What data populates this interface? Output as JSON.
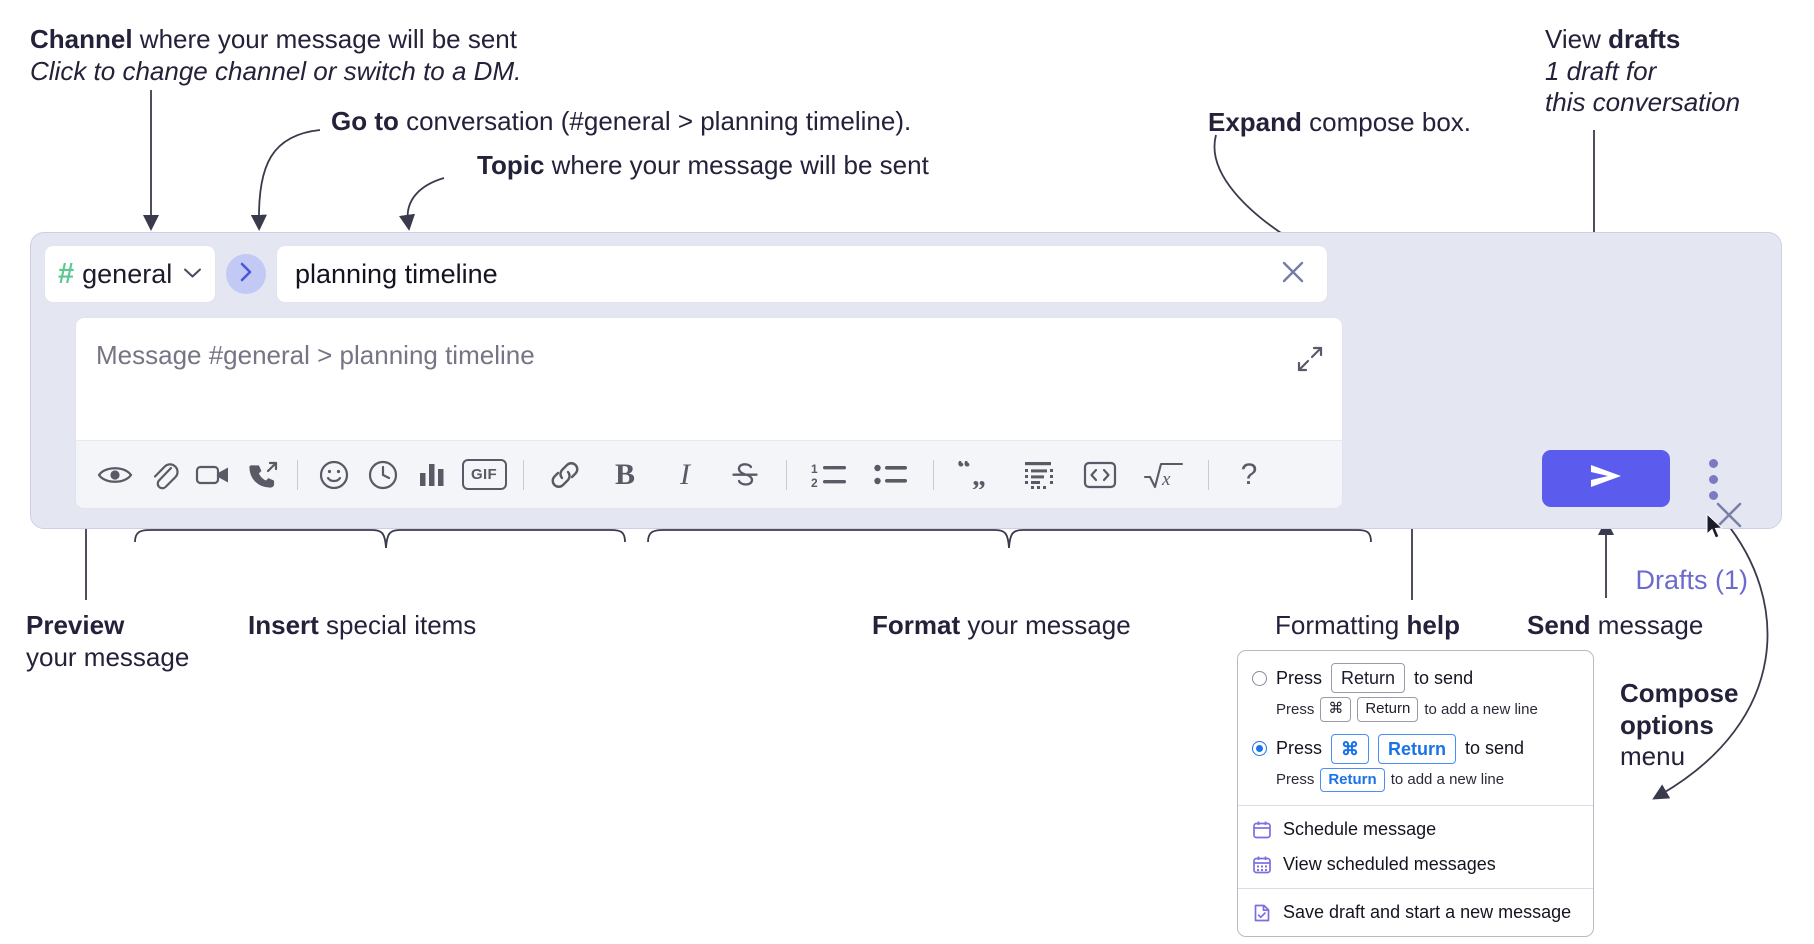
{
  "annotations": {
    "channel": {
      "title_bold": "Channel",
      "title_rest": " where your message will be sent",
      "sub": "Click to change channel or switch to a DM."
    },
    "goto": {
      "bold": "Go to",
      "rest": " conversation (#general > planning timeline)."
    },
    "topic": {
      "bold": "Topic",
      "rest": " where your message will be sent"
    },
    "expand": {
      "bold": "Expand",
      "rest": " compose box."
    },
    "drafts": {
      "bold_pre": "View ",
      "bold": "drafts",
      "sub_line1": "1 draft for",
      "sub_line2": "this conversation"
    },
    "preview": {
      "bold": "Preview",
      "line2": "your message"
    },
    "insert": {
      "bold": "Insert",
      "rest": " special items"
    },
    "format": {
      "bold": "Format",
      "rest": " your message"
    },
    "formatting_help": {
      "pre": "Formatting ",
      "bold": "help"
    },
    "send": {
      "bold": "Send",
      "rest": " message"
    },
    "compose_options": {
      "line1": "Compose",
      "line2": "options",
      "line3": "menu"
    }
  },
  "compose": {
    "channel_chip": {
      "hash": "#",
      "name": "general",
      "chevron": "chevron-down"
    },
    "goto_button_glyph": "›",
    "topic_value": "planning timeline",
    "topic_clear_label": "close-icon",
    "message_placeholder": "Message #general > planning timeline",
    "expand_label": "expand-icon",
    "drafts_label": "Drafts (1)",
    "send_label": "send-icon",
    "kebab_label": "more-options",
    "panel_close_label": "close-icon",
    "toolbar": [
      {
        "name": "preview-icon",
        "type": "icon"
      },
      {
        "name": "attachment-icon",
        "type": "icon"
      },
      {
        "name": "video-icon",
        "type": "icon"
      },
      {
        "name": "audio-clip-icon",
        "type": "icon"
      },
      {
        "name": "separator",
        "type": "sep"
      },
      {
        "name": "emoji-icon",
        "type": "icon"
      },
      {
        "name": "reminder-clock-icon",
        "type": "icon"
      },
      {
        "name": "poll-bars-icon",
        "type": "icon"
      },
      {
        "name": "gif-icon",
        "type": "icon",
        "label": "GIF"
      },
      {
        "name": "separator",
        "type": "sep"
      },
      {
        "name": "link-icon",
        "type": "icon"
      },
      {
        "name": "bold-icon",
        "type": "icon",
        "label": "B"
      },
      {
        "name": "italic-icon",
        "type": "icon",
        "label": "I"
      },
      {
        "name": "strikethrough-icon",
        "type": "icon"
      },
      {
        "name": "separator",
        "type": "sep"
      },
      {
        "name": "ordered-list-icon",
        "type": "icon"
      },
      {
        "name": "bulleted-list-icon",
        "type": "icon"
      },
      {
        "name": "separator",
        "type": "sep"
      },
      {
        "name": "blockquote-icon",
        "type": "icon",
        "label": "“„"
      },
      {
        "name": "code-block-icon",
        "type": "icon"
      },
      {
        "name": "code-inline-icon",
        "type": "icon"
      },
      {
        "name": "math-icon",
        "type": "icon"
      },
      {
        "name": "separator",
        "type": "sep"
      },
      {
        "name": "formatting-help-icon",
        "type": "icon",
        "label": "?"
      }
    ]
  },
  "menu": {
    "option1": {
      "main_pre": "Press ",
      "main_key": "Return",
      "main_post": " to send",
      "sub_pre": "Press ",
      "sub_key1": "⌘",
      "sub_key2": "Return",
      "sub_post": " to add a new line",
      "selected": false
    },
    "option2": {
      "main_pre": "Press ",
      "main_key1": "⌘",
      "main_key2": "Return",
      "main_post": " to send",
      "sub_pre": "Press ",
      "sub_key": "Return",
      "sub_post": " to add a new line",
      "selected": true
    },
    "items": [
      {
        "label": "Schedule message",
        "icon": "calendar-icon"
      },
      {
        "label": "View scheduled messages",
        "icon": "calendar-grid-icon"
      },
      {
        "label": "Save draft and start a new message",
        "icon": "draft-check-icon"
      }
    ]
  },
  "colors": {
    "panel_bg": "#e4e6f1",
    "accent_send": "#5b5bee",
    "hash_green": "#5ec894",
    "drafts_purple": "#6b6bcf",
    "goto_bubble": "#c3c9f5",
    "menu_blue": "#1a73e8",
    "menu_icon_purple": "#7a6fe0"
  }
}
